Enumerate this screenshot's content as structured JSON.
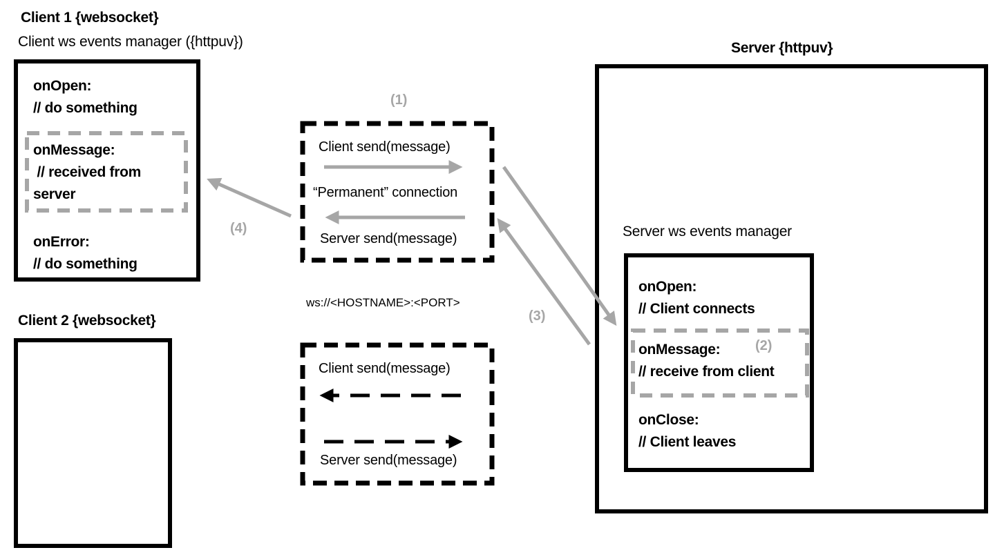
{
  "client1": {
    "title": "Client 1 {websocket}",
    "subtitle": "Client ws events manager ({httpuv})",
    "events": [
      {
        "name": "onOpen:",
        "comment": "// do something",
        "highlighted": false
      },
      {
        "name": "onMessage:",
        "comment": " // received from",
        "comment2": "server",
        "highlighted": true
      },
      {
        "name": "onError:",
        "comment": "// do something",
        "highlighted": false
      }
    ]
  },
  "client2": {
    "title": "Client 2 {websocket}"
  },
  "connection_box_1": {
    "step_label": "(1)",
    "client_send": "Client send(message)",
    "permanent": "“Permanent” connection",
    "server_send": "Server send(message)"
  },
  "ws_url": "ws://<HOSTNAME>:<PORT>",
  "connection_box_2": {
    "client_send": "Client send(message)",
    "server_send": "Server send(message)"
  },
  "server": {
    "title": "Server {httpuv}",
    "manager_label": "Server ws events manager",
    "events": [
      {
        "name": "onOpen:",
        "comment": "// Client connects",
        "highlighted": false
      },
      {
        "name": "onMessage:",
        "comment": "// receive from client",
        "highlighted": true,
        "step_label": "(2)"
      },
      {
        "name": "onClose:",
        "comment": "// Client leaves",
        "highlighted": false
      }
    ]
  },
  "steps": {
    "step3": "(3)",
    "step4": "(4)"
  },
  "colors": {
    "highlight_gray": "#a6a6a6",
    "border_black": "#000000"
  }
}
